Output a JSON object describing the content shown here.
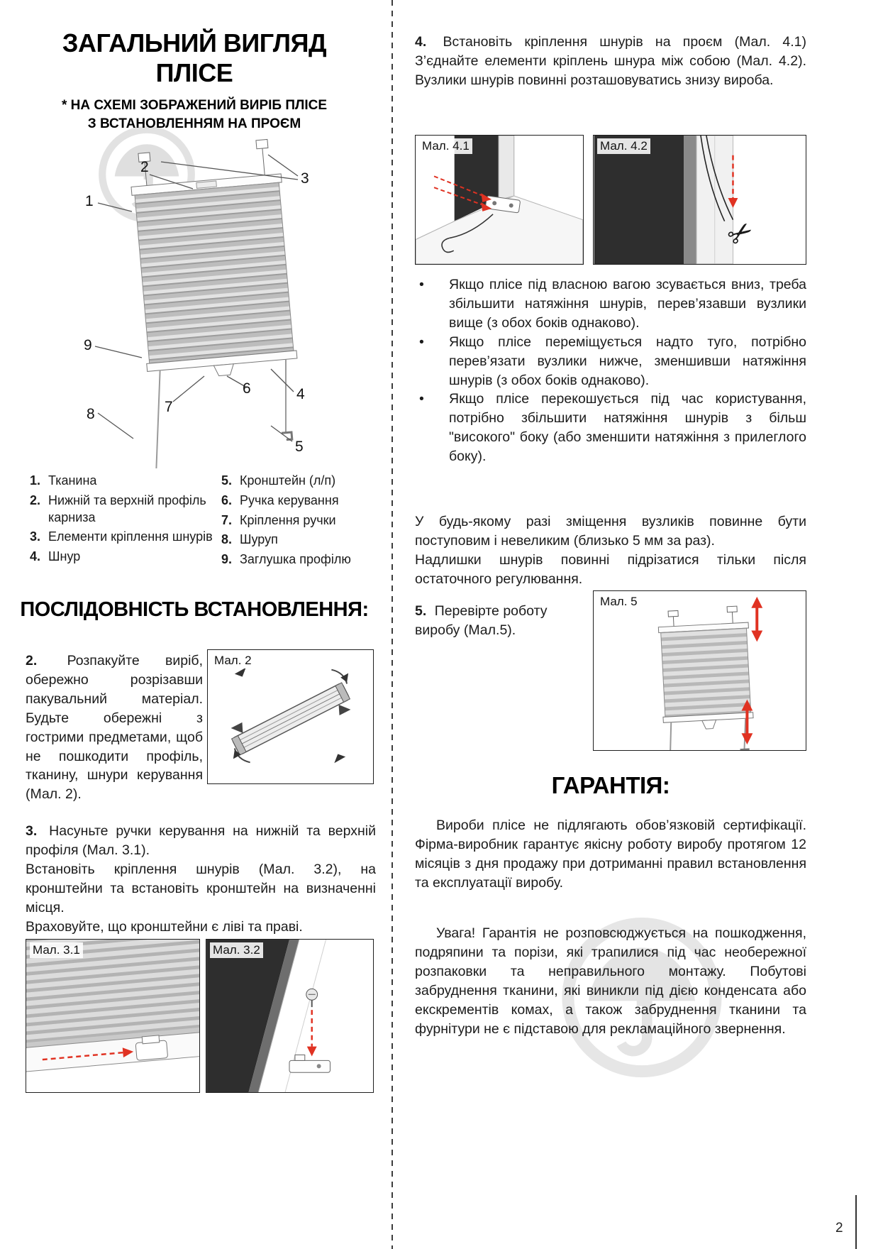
{
  "accent_color": "#e03222",
  "page_number": "2",
  "icons": {
    "scissors": "✂",
    "bullet": "•"
  },
  "overview": {
    "title_line1": "ЗАГАЛЬНИЙ ВИГЛЯД",
    "title_line2": "ПЛІСЕ",
    "subtitle_line1": "* НА СХЕМІ ЗОБРАЖЕНИЙ ВИРІБ ПЛІСЕ",
    "subtitle_line2": "З ВСТАНОВЛЕННЯМ НА ПРОЄМ"
  },
  "diagram": {
    "labels": [
      "1",
      "2",
      "3",
      "4",
      "5",
      "6",
      "7",
      "8",
      "9"
    ]
  },
  "legend": {
    "col1": [
      {
        "num": "1.",
        "text": "Тканина"
      },
      {
        "num": "2.",
        "text": "Нижній та верхній профіль карниза"
      },
      {
        "num": "3.",
        "text": "Елементи кріплення шнурів"
      },
      {
        "num": "4.",
        "text": "Шнур"
      }
    ],
    "col2": [
      {
        "num": "5.",
        "text": "Кронштейн (л/п)"
      },
      {
        "num": "6.",
        "text": "Ручка керування"
      },
      {
        "num": "7.",
        "text": "Кріплення ручки"
      },
      {
        "num": "8.",
        "text": "Шуруп"
      },
      {
        "num": "9.",
        "text": "Заглушка профілю"
      }
    ]
  },
  "sequence": {
    "heading": "ПОСЛІДОВНІСТЬ ВСТАНОВЛЕННЯ:",
    "step2": {
      "num": "2.",
      "text": "Розпакуйте виріб, обережно розрізавши пакувальний матеріал. Будьте обережні з гострими предметами, щоб не пошкодити профіль, тканину, шнури керування (Мал. 2)."
    },
    "step3": {
      "num": "3.",
      "line1": "Насуньте ручки керування на нижній та верхній профіля (Мал. 3.1).",
      "line2": "Встановіть кріплення шнурів (Мал. 3.2), на кронштейни та встановіть кронштейн на визначенні місця.",
      "line3": "Враховуйте, що кронштейни є ліві та праві."
    },
    "step4": {
      "num": "4.",
      "text": "Встановіть кріплення шнурів на проєм (Мал. 4.1) З’єднайте елементи кріплень шнура між собою (Мал. 4.2). Вузлики шнурів повинні розташовуватись знизу вироба."
    },
    "step5": {
      "num": "5.",
      "text": "Перевірте роботу виробу (Мал.5)."
    }
  },
  "adjustment": {
    "bullets": [
      "Якщо плісе під власною вагою зсувається вниз, треба збільшити натяжіння шнурів, перев’язавши вузлики вище (з обох боків однаково).",
      "Якщо плісе переміщується надто туго, потрібно перев’язати вузлики нижче, зменшивши натяжіння шнурів (з обох боків однаково).",
      "Якщо плісе перекошується під час користування, потрібно збільшити натяжіння шнурів з більш \"високого\" боку (або зменшити натяжіння з прилеглого боку)."
    ],
    "note1": "У будь-якому разі зміщення вузликів повинне бути поступовим і невеликим (близько 5 мм за раз).",
    "note2": "Надлишки шнурів повинні підрізатися тільки після остаточного регулювання."
  },
  "figures": {
    "fig2": "Мал. 2",
    "fig31": "Мал. 3.1",
    "fig32": "Мал. 3.2",
    "fig41": "Мал. 4.1",
    "fig42": "Мал. 4.2",
    "fig5": "Мал. 5"
  },
  "warranty": {
    "heading": "ГАРАНТІЯ:",
    "p1": "Вироби плісе не підлягають обов’язковій сертифікації. Фірма-виробник гарантує якісну роботу виробу протягом 12 місяців з дня продажу при дотриманні правил встановлення та експлуатації виробу.",
    "p2": "Увага! Гарантія не розповсюджується на пошкодження, подряпини та порізи, які трапилися під час необережної розпаковки та неправильного монтажу. Побутові забруднення тканини, які виникли під дією конденсата або екскрементів комах, а також забруднення тканини та фурнітури не є підставою для рекламаційного звернення."
  }
}
